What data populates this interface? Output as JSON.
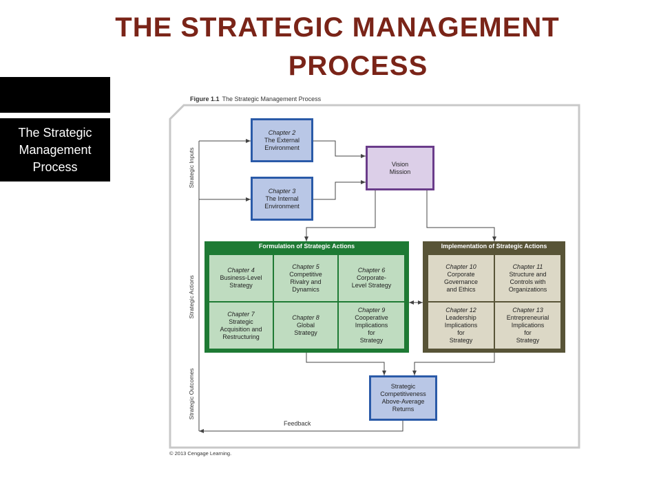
{
  "slide": {
    "title_line1": "THE STRATEGIC MANAGEMENT",
    "title_line2": "PROCESS",
    "side_label_line1": "The Strategic",
    "side_label_line2": "Management",
    "side_label_line3": "Process"
  },
  "figure": {
    "number": "Figure 1.1",
    "caption": "The Strategic Management Process",
    "copyright": "© 2013 Cengage Learning.",
    "feedback": "Feedback"
  },
  "side_labels": {
    "inputs": "Strategic Inputs",
    "actions": "Strategic Actions",
    "outcomes": "Strategic Outcomes"
  },
  "inputs": {
    "external": {
      "chapter": "Chapter 2",
      "line1": "The External",
      "line2": "Environment"
    },
    "internal": {
      "chapter": "Chapter 3",
      "line1": "The Internal",
      "line2": "Environment"
    }
  },
  "vision": {
    "line1": "Vision",
    "line2": "Mission"
  },
  "formulation": {
    "title": "Formulation of Strategic Actions",
    "cells": [
      {
        "chapter": "Chapter 4",
        "lines": [
          "Business-Level",
          "Strategy"
        ]
      },
      {
        "chapter": "Chapter 5",
        "lines": [
          "Competitive",
          "Rivalry and",
          "Dynamics"
        ]
      },
      {
        "chapter": "Chapter 6",
        "lines": [
          "Corporate-",
          "Level Strategy"
        ]
      },
      {
        "chapter": "Chapter 7",
        "lines": [
          "Strategic",
          "Acquisition and",
          "Restructuring"
        ]
      },
      {
        "chapter": "Chapter 8",
        "lines": [
          "Global",
          "Strategy"
        ]
      },
      {
        "chapter": "Chapter 9",
        "lines": [
          "Cooperative",
          "Implications",
          "for",
          "Strategy"
        ]
      }
    ]
  },
  "implementation": {
    "title": "Implementation of Strategic Actions",
    "cells": [
      {
        "chapter": "Chapter 10",
        "lines": [
          "Corporate",
          "Governance",
          "and Ethics"
        ]
      },
      {
        "chapter": "Chapter 11",
        "lines": [
          "Structure and",
          "Controls with",
          "Organizations"
        ]
      },
      {
        "chapter": "Chapter 12",
        "lines": [
          "Leadership",
          "Implications",
          "for",
          "Strategy"
        ]
      },
      {
        "chapter": "Chapter 13",
        "lines": [
          "Entrepreneurial",
          "Implications",
          "for",
          "Strategy"
        ]
      }
    ]
  },
  "outcome": {
    "lines": [
      "Strategic",
      "Competitiveness",
      "Above-Average",
      "Returns"
    ]
  },
  "colors": {
    "title": "#7a2418",
    "blue_border": "#2a5aa8",
    "purple_border": "#6a3c8a",
    "formulation_panel": "#1e7a34",
    "implementation_panel": "#585437"
  }
}
